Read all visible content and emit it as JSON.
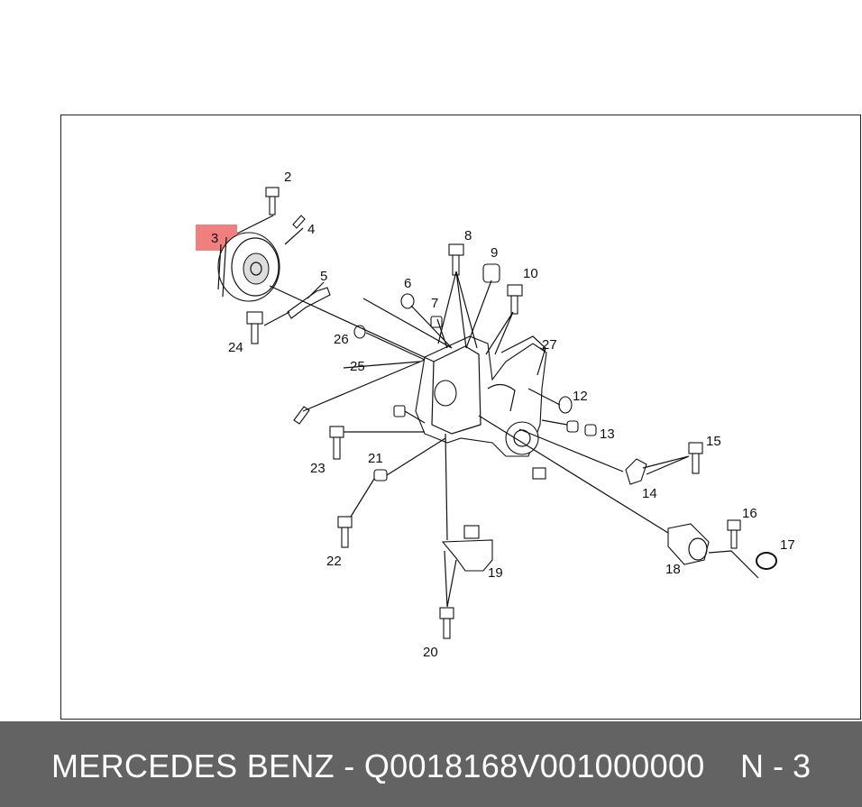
{
  "diagram": {
    "highlight_color": "#f08080",
    "highlighted_part": "3",
    "parts": [
      {
        "id": "p2",
        "label": "2"
      },
      {
        "id": "p3",
        "label": "3"
      },
      {
        "id": "p4",
        "label": "4"
      },
      {
        "id": "p5",
        "label": "5"
      },
      {
        "id": "p6",
        "label": "6"
      },
      {
        "id": "p7",
        "label": "7"
      },
      {
        "id": "p8",
        "label": "8"
      },
      {
        "id": "p9",
        "label": "9"
      },
      {
        "id": "p10",
        "label": "10"
      },
      {
        "id": "p12",
        "label": "12"
      },
      {
        "id": "p13",
        "label": "13"
      },
      {
        "id": "p14",
        "label": "14"
      },
      {
        "id": "p15",
        "label": "15"
      },
      {
        "id": "p16",
        "label": "16"
      },
      {
        "id": "p17",
        "label": "17"
      },
      {
        "id": "p18",
        "label": "18"
      },
      {
        "id": "p19",
        "label": "19"
      },
      {
        "id": "p20",
        "label": "20"
      },
      {
        "id": "p21",
        "label": "21"
      },
      {
        "id": "p22",
        "label": "22"
      },
      {
        "id": "p23",
        "label": "23"
      },
      {
        "id": "p24",
        "label": "24"
      },
      {
        "id": "p25",
        "label": "25"
      },
      {
        "id": "p26",
        "label": "26"
      },
      {
        "id": "p27",
        "label": "27"
      }
    ]
  },
  "footer": {
    "title": "MERCEDES BENZ - Q0018168V001000000",
    "ref": "N - 3",
    "background": "#636363"
  }
}
